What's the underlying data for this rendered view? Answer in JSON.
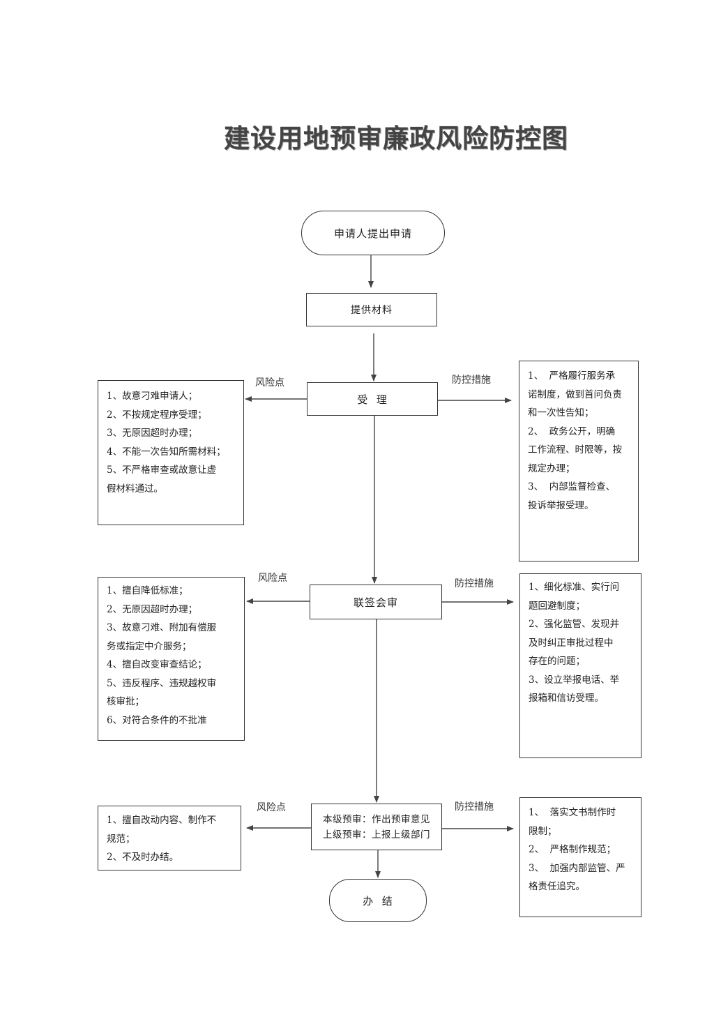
{
  "title": "建设用地预审廉政风险防控图",
  "flow": {
    "start": "申请人提出申请",
    "step1": "提供材料",
    "step2": "受  理",
    "step3": "联签会审",
    "step4_line1": "本级预审：作出预审意见",
    "step4_line2": "上级预审：上报上级部门",
    "end": "办  结"
  },
  "labels": {
    "risk": "风险点",
    "control": "防控措施"
  },
  "risk_points": {
    "stage1": [
      "1、故意刁难申请人；",
      "2、不按规定程序受理；",
      "3、无原因超时办理；",
      "4、不能一次告知所需材料；",
      "5、不严格审查或故意让虚",
      "假材料通过。"
    ],
    "stage2": [
      "1、擅自降低标准；",
      "2、无原因超时办理；",
      "3、故意刁难、附加有偿服",
      "务或指定中介服务；",
      "4、擅自改变审查结论；",
      "5、违反程序、违规越权审",
      "核审批；",
      "6、对符合条件的不批准"
    ],
    "stage3": [
      "1、擅自改动内容、制作不",
      "规范；",
      "2、不及时办结。"
    ]
  },
  "controls": {
    "stage1": [
      "1、  严格履行服务承",
      "诺制度，做到首问负责",
      "和一次性告知；",
      "2、  政务公开，明确",
      "工作流程、时限等，按",
      "规定办理；",
      "3、  内部监督检查、",
      "投诉举报受理。"
    ],
    "stage2": [
      "1、细化标准、实行问",
      "题回避制度；",
      "2、强化监管、发现并",
      "及时纠正审批过程中",
      "存在的问题；",
      "3、设立举报电话、举",
      "报箱和信访受理。"
    ],
    "stage3": [
      "1、  落实文书制作时",
      "限制；",
      "2、  严格制作规范；",
      "3、  加强内部监管、严",
      "格责任追究。"
    ]
  }
}
